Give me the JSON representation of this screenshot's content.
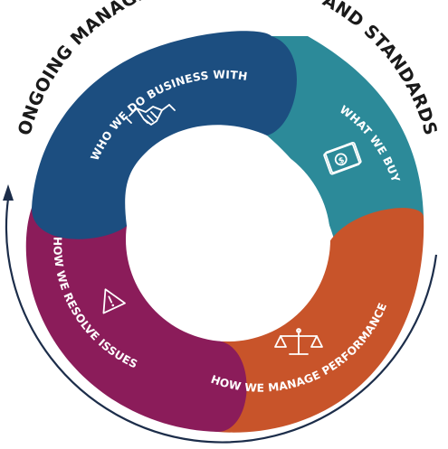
{
  "outer_title": "ONGOING MANAGEMENT OF POLICY AND STANDARDS",
  "segments": [
    {
      "label": "WHO WE DO BUSINESS WITH",
      "color": "#1c4e80",
      "icon": "handshake-icon"
    },
    {
      "label": "WHAT WE BUY",
      "color": "#2c8a99",
      "icon": "money-icon"
    },
    {
      "label": "HOW WE MANAGE PERFORMANCE",
      "color": "#c8542a",
      "icon": "scales-icon"
    },
    {
      "label": "HOW WE RESOLVE ISSUES",
      "color": "#8b1c5a",
      "icon": "warning-icon"
    }
  ],
  "colors": {
    "ring_arrow": "#1c2d4a",
    "text_dark": "#1a1a1a"
  }
}
